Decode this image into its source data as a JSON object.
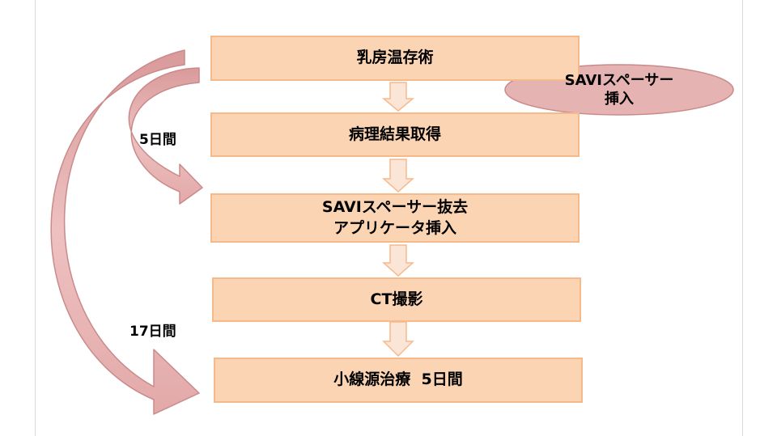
{
  "steps": [
    {
      "lines": [
        "乳房温存術"
      ]
    },
    {
      "lines": [
        "病理結果取得"
      ]
    },
    {
      "lines": [
        "SAVIスペーサー抜去",
        "アプリケータ挿入"
      ]
    },
    {
      "lines": [
        "CT撮影"
      ]
    },
    {
      "lines": [
        "小線源治療  5日間"
      ]
    }
  ],
  "callout": {
    "line1": "SAVIスペーサー",
    "line2": "挿入"
  },
  "intervals": {
    "short": "5日間",
    "long": "17日間"
  },
  "colors": {
    "step_fill": "#fbd4b4",
    "step_border": "#f6b98a",
    "arrow_fill": "#fbe5d6",
    "curve_fill": "#e6b3b3",
    "curve_stroke": "#c98a8a"
  }
}
